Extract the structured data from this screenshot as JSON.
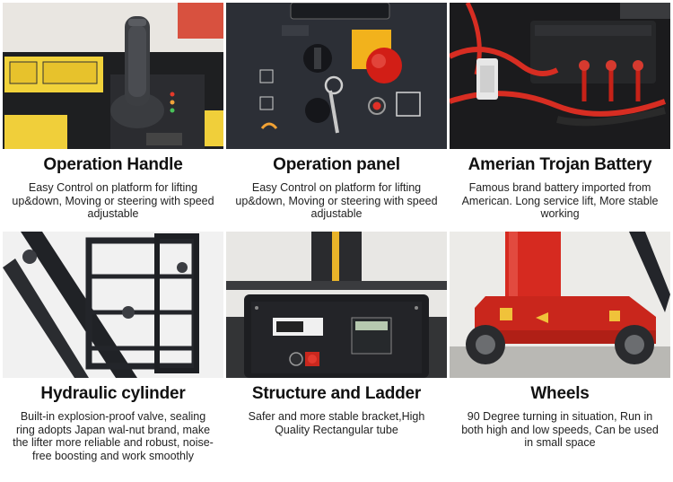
{
  "features": [
    {
      "title": "Operation Handle",
      "description": "Easy Control on platform for lifting up&down, Moving or steering with speed adjustable",
      "image": "joystick-control-photo"
    },
    {
      "title": "Operation panel",
      "description": "Easy Control on platform for lifting up&down, Moving or steering with speed adjustable",
      "image": "control-panel-photo"
    },
    {
      "title": "Amerian Trojan Battery",
      "description": "Famous brand battery imported from American. Long service lift, More stable working",
      "image": "battery-photo"
    },
    {
      "title": "Hydraulic cylinder",
      "description": "Built-in explosion-proof valve, sealing ring adopts Japan wal-nut brand, make the lifter more reliable and robust, noise-free boosting and work smoothly",
      "image": "hydraulic-cylinder-photo"
    },
    {
      "title": "Structure and Ladder",
      "description": "Safer and more stable bracket,High Quality Rectangular tube",
      "image": "structure-photo"
    },
    {
      "title": "Wheels",
      "description": "90 Degree turning in situation, Run in both high and low speeds, Can be used in small space",
      "image": "wheels-photo"
    }
  ],
  "colors": {
    "accent_red": "#d42a20",
    "panel_dark": "#2a2d33",
    "text": "#1a1a1a"
  }
}
